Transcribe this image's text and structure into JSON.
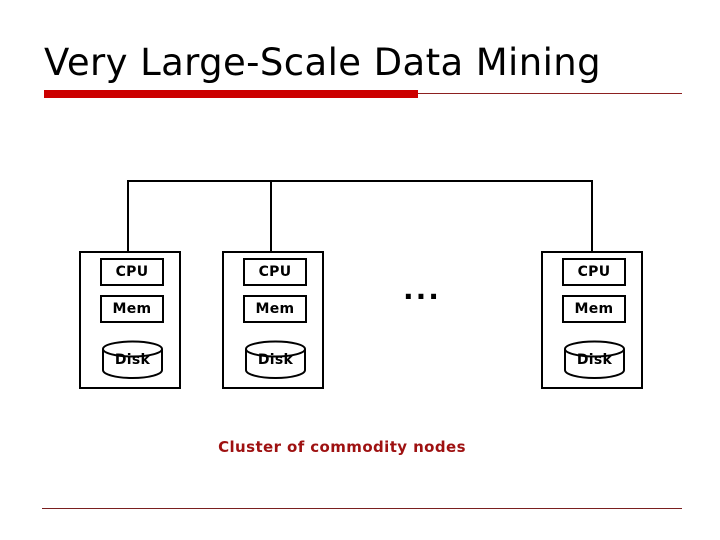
{
  "slide": {
    "title": "Very Large-Scale Data Mining",
    "caption": "Cluster of commodity nodes",
    "ellipsis": "...",
    "colors": {
      "accent_bar": "#cc0000",
      "thin_rule": "#8c2020",
      "bottom_rule": "#7a1f1f",
      "caption_text": "#9e1111",
      "diagram_stroke": "#000000",
      "background": "#ffffff",
      "title_text": "#000000"
    }
  },
  "diagram": {
    "type": "cluster-architecture",
    "bus_label": "",
    "nodes": [
      {
        "id": "node-1",
        "components": [
          {
            "name": "cpu",
            "label": "CPU",
            "shape": "rect"
          },
          {
            "name": "mem",
            "label": "Mem",
            "shape": "rect"
          },
          {
            "name": "disk",
            "label": "Disk",
            "shape": "cylinder"
          }
        ]
      },
      {
        "id": "node-2",
        "components": [
          {
            "name": "cpu",
            "label": "CPU",
            "shape": "rect"
          },
          {
            "name": "mem",
            "label": "Mem",
            "shape": "rect"
          },
          {
            "name": "disk",
            "label": "Disk",
            "shape": "cylinder"
          }
        ]
      },
      {
        "id": "node-3",
        "components": [
          {
            "name": "cpu",
            "label": "CPU",
            "shape": "rect"
          },
          {
            "name": "mem",
            "label": "Mem",
            "shape": "rect"
          },
          {
            "name": "disk",
            "label": "Disk",
            "shape": "cylinder"
          }
        ]
      }
    ]
  }
}
